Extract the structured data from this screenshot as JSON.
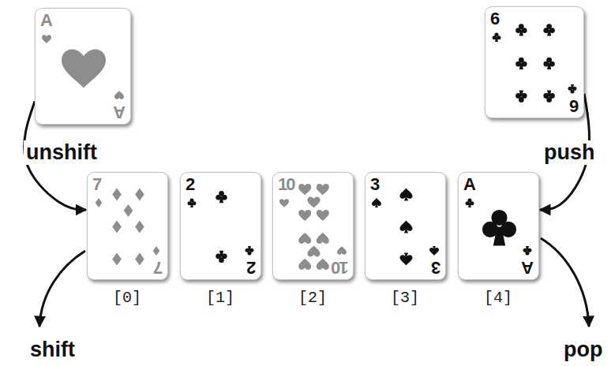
{
  "diagram": {
    "nodes": [
      {
        "text": [
          "A",
          "A"
        ]
      },
      {
        "text": [
          "6",
          "6"
        ]
      },
      {
        "text": [
          "7",
          "7"
        ]
      },
      {
        "text": [
          "2",
          "2"
        ]
      },
      {
        "text": [
          "10",
          "10"
        ]
      },
      {
        "text": [
          "3",
          "3"
        ]
      },
      {
        "text": [
          "A",
          "A"
        ]
      }
    ],
    "edges": [
      {
        "from": 0,
        "to": 2,
        "label": "unshift",
        "arrow": "to"
      },
      {
        "from": 1,
        "to": 6,
        "label": "push",
        "arrow": "to"
      }
    ],
    "labels": [
      "[0]",
      "[1]",
      "[2]",
      "[3]",
      "[4]",
      "shift",
      "pop"
    ]
  }
}
